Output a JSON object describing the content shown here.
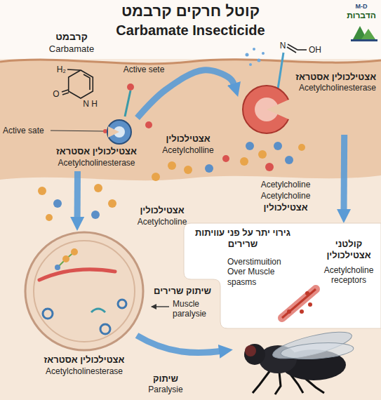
{
  "diagram": {
    "title": "קוטל חרקים קרבמט",
    "nodes": [
      {
        "text": [
          "אצטילכולין אסטראז",
          "Acetylcholinesterase"
        ]
      },
      {
        "text": [
          "אצטילכולין אסטראז",
          "Acetylcholinesterase"
        ]
      },
      {
        "text": [
          "גירוי יתר על פני עוויתות שרירים",
          "Overstimuition Over Muscle spasms",
          "קולטני אצטילכולין",
          "Acetylcholine receptors"
        ]
      },
      {
        "text": [
          "אצטילכולין אסטראז",
          "Acetylcholinesterase"
        ]
      }
    ],
    "edges": [
      {
        "from": 0,
        "to": 1,
        "arrow": "to"
      },
      {
        "from": 1,
        "to": 2,
        "arrow": "to"
      },
      {
        "from": 0,
        "to": 3,
        "arrow": "to"
      }
    ],
    "labels": [
      "Carbamate Insecticide",
      "M-D",
      "הדברות",
      "קרבמט",
      "Carbamate",
      "H₂",
      "O",
      "N",
      "H",
      "Active sete",
      "Active sate",
      "אצטילכולין",
      "Acetylcholline",
      "N",
      "OH",
      "Acetylcholine",
      "Acetylcholine",
      "אצטילכולין",
      "אצטילכולין",
      "Acetylcholine",
      "שיתוק שרירים",
      "Muscle paralysie",
      "שיתוק",
      "Paralysie"
    ]
  }
}
